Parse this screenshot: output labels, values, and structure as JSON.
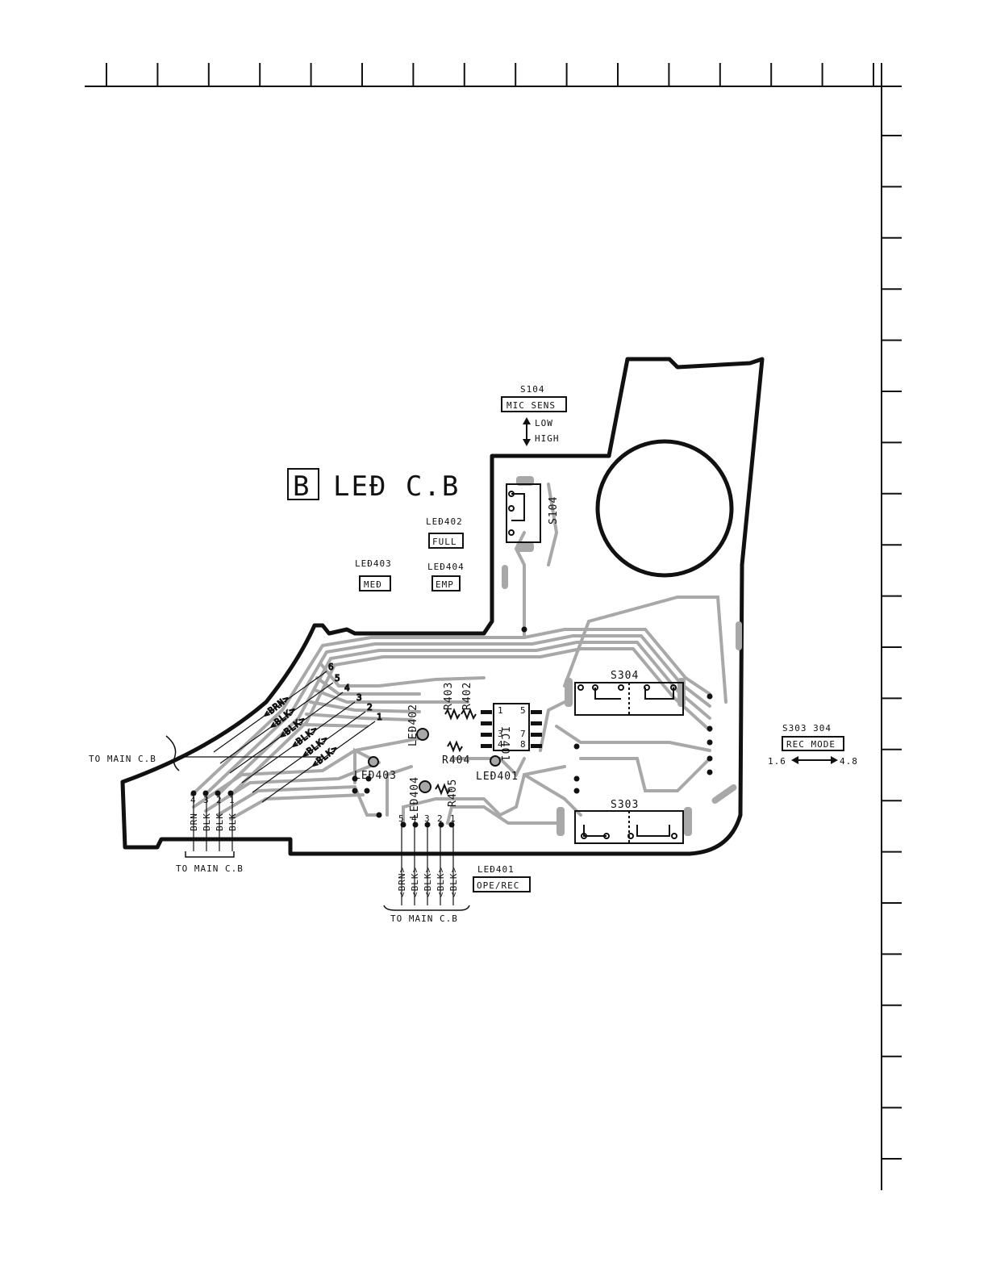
{
  "board_letter": "B",
  "board_title": "LEĐ C.B",
  "s104": {
    "ref": "S104",
    "box": "MIC SENS",
    "low": "LOW",
    "high": "HIGH",
    "part": "S104"
  },
  "leds_top": {
    "led402": {
      "ref": "LEĐ402",
      "box": "FULL"
    },
    "led403": {
      "ref": "LEĐ403",
      "box": "MEĐ"
    },
    "led404": {
      "ref": "LEĐ404",
      "box": "EMP"
    }
  },
  "led401": {
    "ref": "LEĐ401",
    "box": "OPE/REC"
  },
  "rec_mode": {
    "ref": "S303 304",
    "box": "REC MODE",
    "left": "1.6",
    "right": "4.8"
  },
  "connectors": {
    "left_label": "TO MAIN C.B",
    "bottom_left_label": "TO MAIN C.B",
    "bottom_center_label": "TO MAIN C.B",
    "diag_wires": [
      "<BRN>",
      "<BLK>",
      "<BLK>",
      "<BLK>",
      "<BLK>",
      "<BLK>"
    ],
    "diag_pins": [
      "6",
      "5",
      "4",
      "3",
      "2",
      "1"
    ],
    "bl_pins": [
      "4",
      "3",
      "2",
      "1"
    ],
    "bl_wires": [
      "BRN",
      "BLK",
      "BLK",
      "BLK"
    ],
    "bc_pins": [
      "5",
      "4",
      "3",
      "2",
      "1"
    ],
    "bc_wires": [
      "<BRN>",
      "<BLK>",
      "<BLK>",
      "<BLK>",
      "<BLK>"
    ]
  },
  "components": {
    "ic": "IC401",
    "ic_pins": [
      "1",
      "5",
      "3",
      "7",
      "4",
      "8"
    ],
    "r402": "R402",
    "r403": "R403",
    "r404": "R404",
    "r405": "R405",
    "led402": "LEĐ402",
    "led403": "LEĐ403",
    "led404": "LEĐ404",
    "led401": "LEĐ401",
    "s304": "S304",
    "s303": "S303"
  }
}
